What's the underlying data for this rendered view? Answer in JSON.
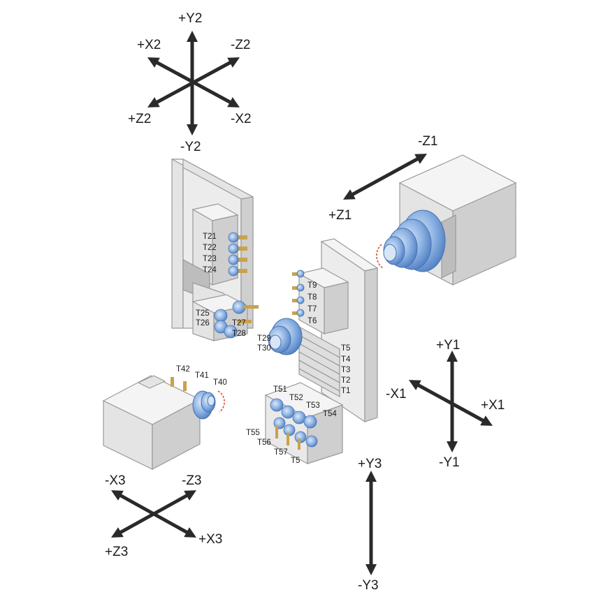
{
  "axes": {
    "plus_y2": "+Y2",
    "minus_y2": "-Y2",
    "plus_x2": "+X2",
    "minus_x2": "-X2",
    "plus_z2": "+Z2",
    "minus_z2": "-Z2",
    "plus_z1": "+Z1",
    "minus_z1": "-Z1",
    "plus_y1": "+Y1",
    "minus_y1": "-Y1",
    "plus_x1": "+X1",
    "minus_x1": "-X1",
    "plus_y3": "+Y3",
    "minus_y3": "-Y3",
    "plus_x3": "+X3",
    "minus_x3": "-X3",
    "plus_z3": "+Z3",
    "minus_z3": "-Z3"
  },
  "tools": {
    "t21": "T21",
    "t22": "T22",
    "t23": "T23",
    "t24": "T24",
    "t25": "T25",
    "t26": "T26",
    "t27": "T27",
    "t28": "T28",
    "t29": "T29",
    "t30": "T30",
    "t9": "T9",
    "t8": "T8",
    "t7": "T7",
    "t6": "T6",
    "t5": "T5",
    "t4": "T4",
    "t3": "T3",
    "t2": "T2",
    "t1": "T1",
    "t42": "T42",
    "t41": "T41",
    "t40": "T40",
    "t51": "T51",
    "t52": "T52",
    "t53": "T53",
    "t54": "T54",
    "t55": "T55",
    "t56": "T56",
    "t57": "T57",
    "t5_lower": "T5"
  },
  "colors": {
    "tool_blue": "#6f9fd8",
    "tool_blue_light": "#a9c8ee",
    "arrow": "#2a2a2a",
    "rotation_mark": "#e0502a",
    "tool_tip": "#c9a24a"
  }
}
